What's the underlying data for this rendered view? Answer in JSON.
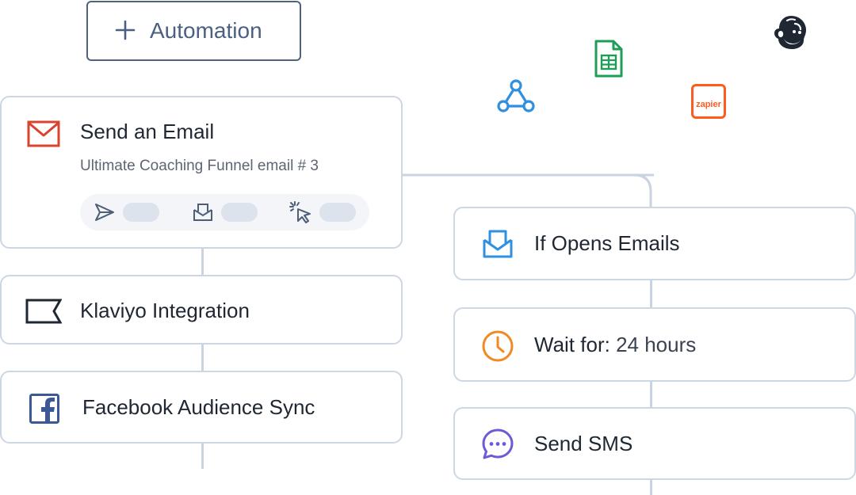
{
  "automation_button": {
    "label": "Automation"
  },
  "cards": {
    "send_email": {
      "title": "Send an Email",
      "subtitle": "Ultimate Coaching Funnel email # 3"
    },
    "klaviyo": {
      "title": "Klaviyo Integration"
    },
    "facebook": {
      "title": "Facebook Audience Sync"
    },
    "if_opens": {
      "title": "If Opens Emails"
    },
    "wait": {
      "label": "Wait for:",
      "value": "24 hours"
    },
    "send_sms": {
      "title": "Send SMS"
    }
  },
  "integrations": {
    "zapier_text": "zapier"
  },
  "colors": {
    "card_border": "#cdd6e3",
    "connector": "#c9d3e1",
    "email_red": "#d9432f",
    "blue": "#2f8fe0",
    "orange": "#f08a24",
    "purple": "#6d5bd6",
    "sheets_green": "#1f9d55",
    "zapier_orange": "#ff5a1f",
    "facebook_blue": "#3b5998",
    "dark_text": "#1f2733"
  }
}
